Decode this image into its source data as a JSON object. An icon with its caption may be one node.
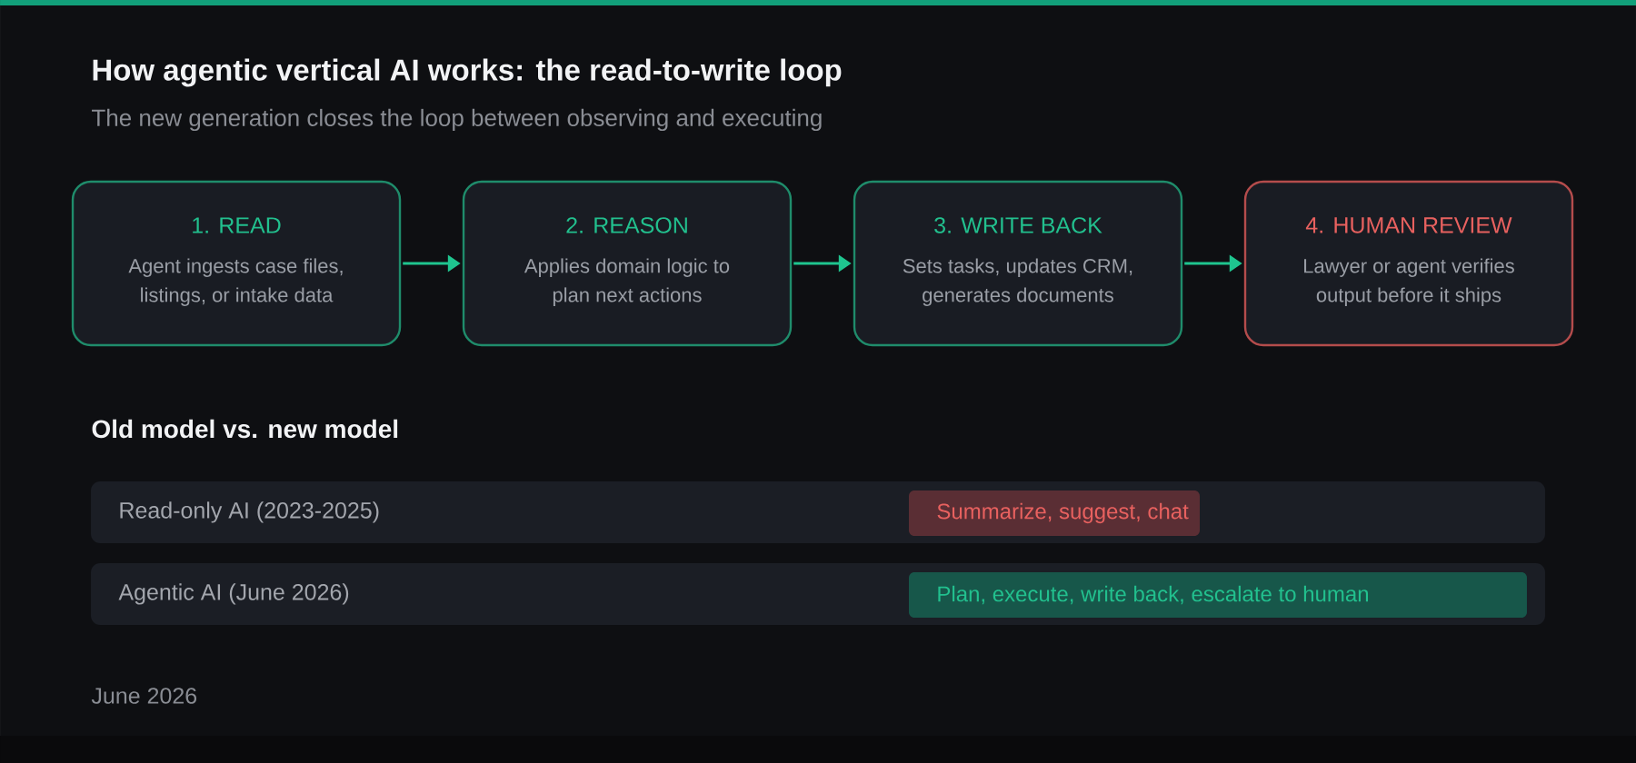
{
  "diagram": {
    "title": "How agentic vertical AI works: the read-to-write loop",
    "nodes": [
      {
        "text": [
          "1. READ",
          "Agent ingests case files, listings, or intake data"
        ]
      },
      {
        "text": [
          "2. REASON",
          "Applies domain logic to plan next actions"
        ]
      },
      {
        "text": [
          "3. WRITE BACK",
          "Sets tasks, updates CRM, generates documents"
        ]
      },
      {
        "text": [
          "4. HUMAN REVIEW",
          "Lawyer or agent verifies output before it ships"
        ]
      },
      {
        "text": [
          "Read-only AI (2023-2025)"
        ]
      },
      {
        "text": [
          "Summarize, suggest, chat"
        ],
        "in": 4
      },
      {
        "text": [
          "Agentic AI (June 2026)"
        ]
      },
      {
        "text": [
          "Plan, execute, write back, escalate to human"
        ],
        "in": 6
      }
    ],
    "edges": [
      {
        "from": 0,
        "to": 1,
        "arrow": "to"
      },
      {
        "from": 1,
        "to": 2,
        "arrow": "to"
      },
      {
        "from": 2,
        "to": 3,
        "arrow": "to"
      }
    ],
    "labels": [
      "The new generation closes the loop between observing and executing",
      "Old model vs. new model",
      "June 2026"
    ]
  }
}
